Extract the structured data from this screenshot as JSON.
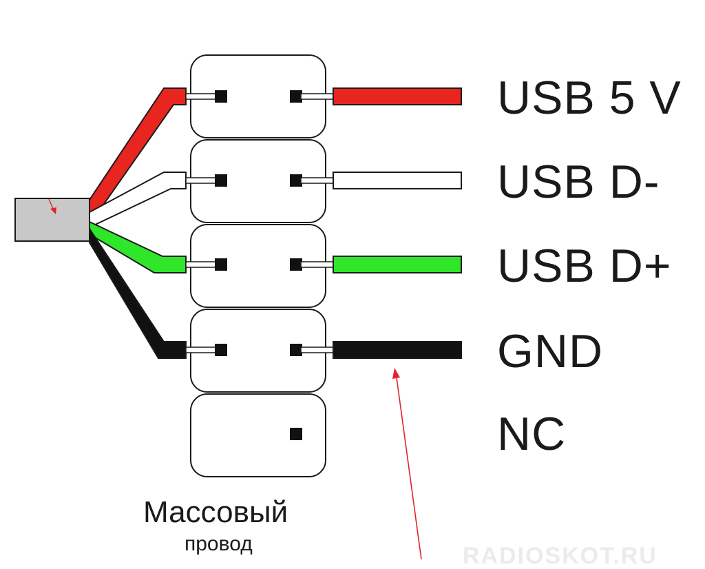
{
  "pins": [
    {
      "label": "USB 5 V",
      "wire_color": "#e8251f"
    },
    {
      "label": "USB D-",
      "wire_color": "#ffffff"
    },
    {
      "label": "USB D+",
      "wire_color": "#2fe62a"
    },
    {
      "label": "GND",
      "wire_color": "#111111"
    },
    {
      "label": "NC",
      "wire_color": ""
    }
  ],
  "caption": {
    "main": "Массовый",
    "sub": "провод"
  },
  "watermark": "RADIOSKOT.RU",
  "colors": {
    "outline": "#1a1a1a",
    "cable": "#c8c8c8",
    "annotation_arrow": "#e0242a"
  }
}
